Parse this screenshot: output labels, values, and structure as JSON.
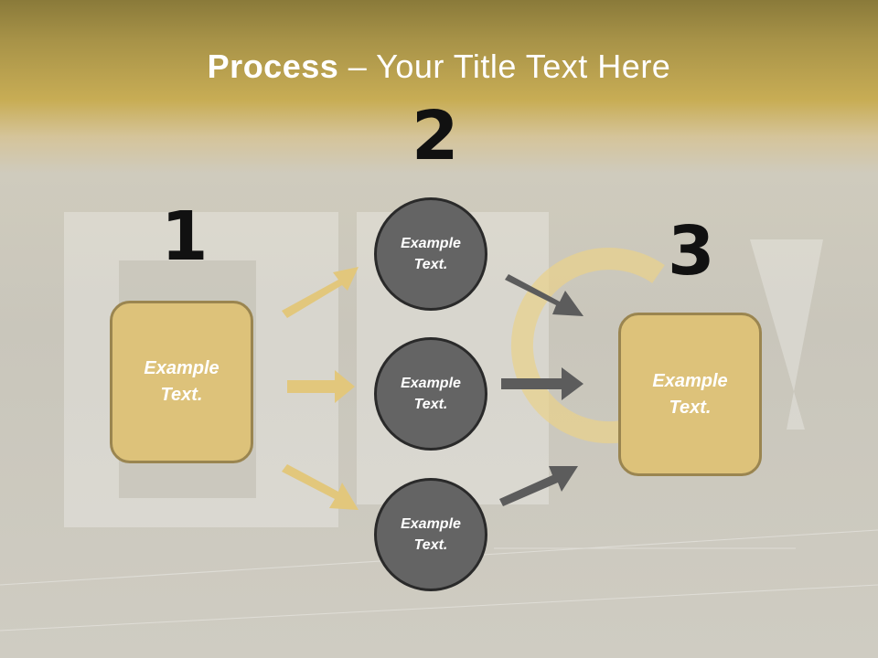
{
  "slide": {
    "title_bold": "Process",
    "title_rest": " – Your Title Text Here",
    "step_numbers": [
      "1",
      "2",
      "3"
    ],
    "left_box": "Example Text.",
    "circles": [
      "Example Text.",
      "Example Text.",
      "Example Text."
    ],
    "right_box": "Example Text."
  },
  "colors": {
    "gold_box": "#ddc27a",
    "gold_arrow": "#e2c77c",
    "circle_fill": "#646464",
    "dark_arrow": "#5c5c5c"
  }
}
